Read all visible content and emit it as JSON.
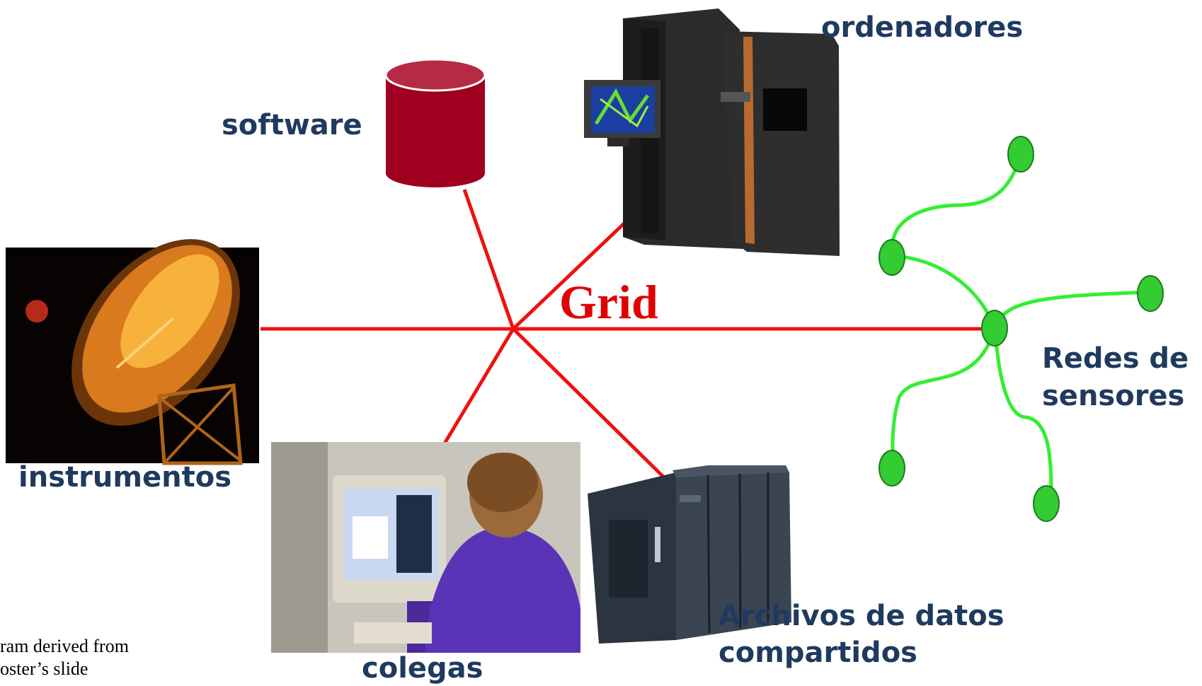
{
  "center_label": "Grid",
  "nodes": {
    "software": "software",
    "computers": "ordenadores",
    "instruments": "instrumentos",
    "sensor_networks_line1": "Redes de",
    "sensor_networks_line2": "sensores",
    "colleagues": "colegas",
    "data_archives_line1": "Archivos de datos",
    "data_archives_line2": "compartidos"
  },
  "credit": {
    "line1": "ram derived from",
    "line2": "oster’s slide"
  },
  "colors": {
    "grid_lines": "#ee1111",
    "sensor_tree": "#33ee33",
    "sensor_node_fill": "#33cc33",
    "database": "#a00020",
    "label_text": "#1f3a5f",
    "title_text": "#e00000"
  },
  "icons": [
    "database-cylinder-icon",
    "mainframe-computer-image",
    "radio-telescope-image",
    "colleague-at-workstation-image",
    "storage-array-image",
    "sensor-network-icon"
  ]
}
